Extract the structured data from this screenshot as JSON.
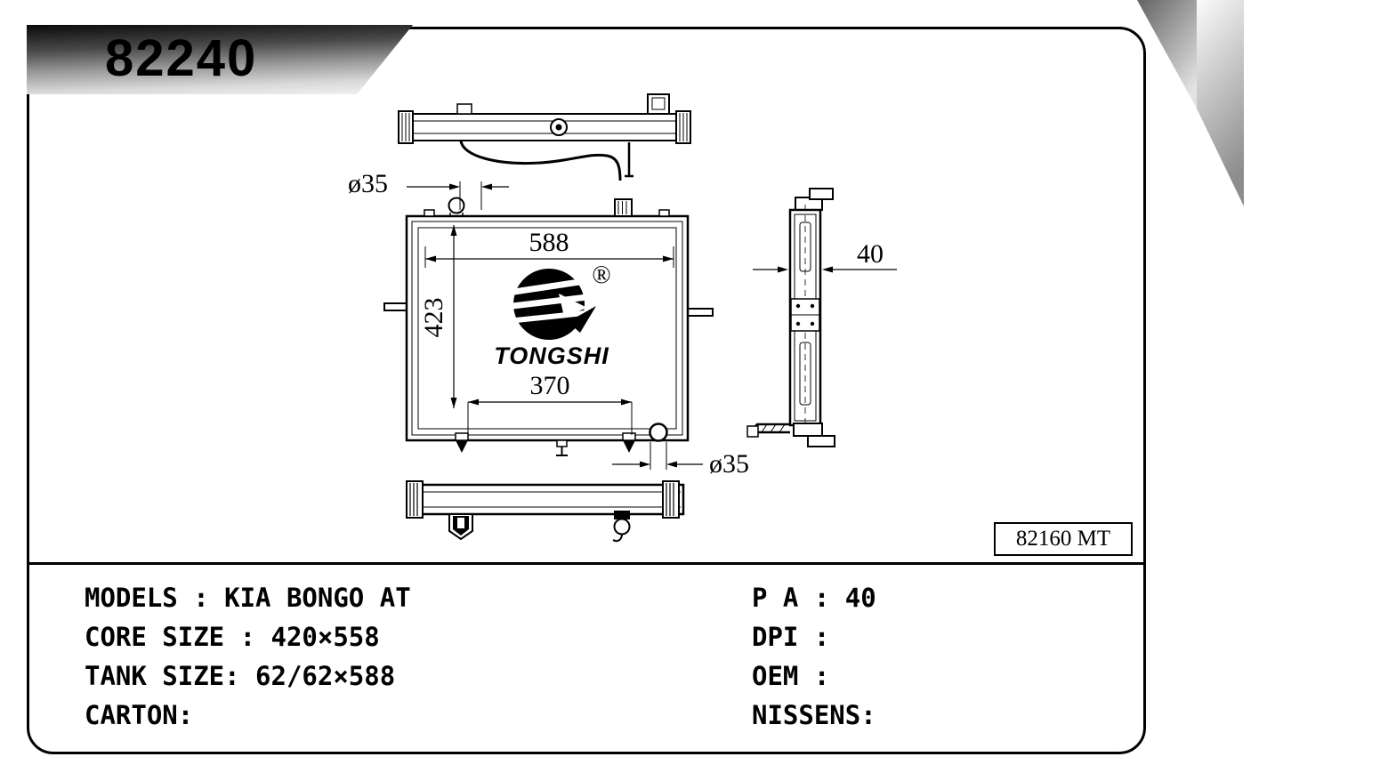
{
  "banner": {
    "part_number": "82240"
  },
  "ref_box": {
    "code": "82160 MT"
  },
  "drawing": {
    "dims": {
      "top_diameter": "ø35",
      "core_width": "588",
      "core_height": "423",
      "mount_span": "370",
      "bottom_diameter": "ø35",
      "thickness": "40"
    },
    "logo": {
      "name": "TONGSHI",
      "registered": "®"
    }
  },
  "specs": {
    "left": [
      "MODELS : KIA BONGO AT",
      "CORE SIZE : 420×558",
      "TANK SIZE: 62/62×588",
      "CARTON:"
    ],
    "right": [
      "P A : 40",
      "DPI :",
      "OEM :",
      "NISSENS:"
    ]
  }
}
